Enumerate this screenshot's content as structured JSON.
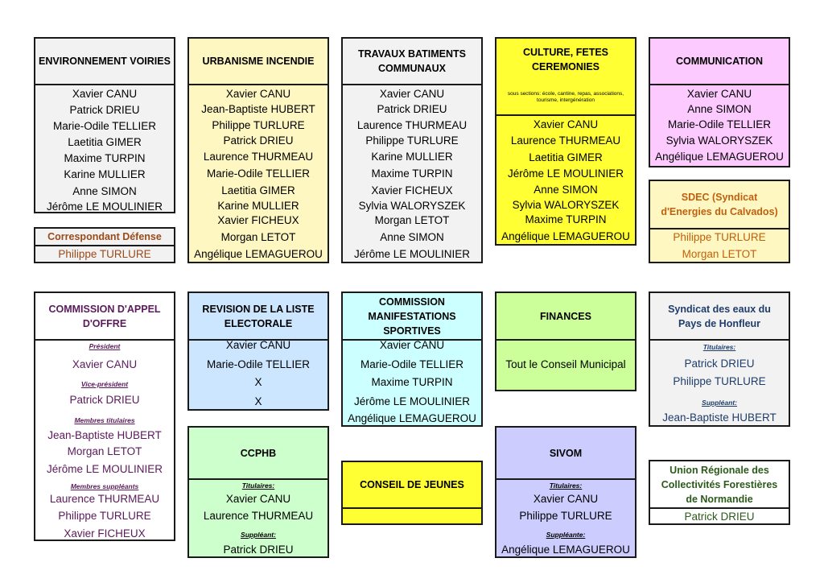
{
  "environnement": {
    "title": "ENVIRONNEMENT  VOIRIES",
    "members": [
      "Xavier CANU",
      "Patrick DRIEU",
      "Marie-Odile TELLIER",
      "Laetitia GIMER",
      "Maxime TURPIN",
      "Karine MULLIER",
      "Anne SIMON",
      "Jérôme LE MOULINIER"
    ]
  },
  "defense": {
    "title": "Correspondant Défense",
    "member": "Philippe TURLURE"
  },
  "urbanisme": {
    "title": "URBANISME INCENDIE",
    "members": [
      "Xavier CANU",
      "Jean-Baptiste HUBERT",
      "Philippe TURLURE",
      "Patrick DRIEU",
      "Laurence THURMEAU",
      "Marie-Odile TELLIER",
      "Laetitia GIMER",
      "Karine MULLIER",
      "Xavier FICHEUX",
      "Morgan LETOT",
      "Angélique LEMAGUEROU"
    ]
  },
  "travaux": {
    "title": "TRAVAUX BATIMENTS COMMUNAUX",
    "members": [
      "Xavier CANU",
      "Patrick DRIEU",
      "Laurence THURMEAU",
      "Philippe TURLURE",
      "Karine MULLIER",
      "Maxime TURPIN",
      "Xavier FICHEUX",
      "Sylvia WALORYSZEK",
      "Morgan LETOT",
      "Anne SIMON",
      "Jérôme LE MOULINIER"
    ]
  },
  "culture": {
    "title": "CULTURE, FETES CEREMONIES",
    "note": "sous sections: école, cantine, repas, associations, tourisme, intergénération",
    "members": [
      "Xavier CANU",
      "Laurence THURMEAU",
      "Laetitia GIMER",
      "Jérôme LE MOULINIER",
      "Anne SIMON",
      "Sylvia WALORYSZEK",
      "Maxime TURPIN",
      "Angélique LEMAGUEROU"
    ]
  },
  "communication": {
    "title": "COMMUNICATION",
    "members": [
      "Xavier CANU",
      "Anne SIMON",
      "Marie-Odile TELLIER",
      "Sylvia WALORYSZEK",
      "Angélique LEMAGUEROU"
    ]
  },
  "sdec": {
    "title": "SDEC (Syndicat d'Energies du Calvados)",
    "members": [
      "Philippe TURLURE",
      "Morgan LETOT"
    ]
  },
  "appel": {
    "title": "COMMISSION D'APPEL D'OFFRE",
    "president_label": "Président",
    "president": "Xavier CANU",
    "vice_label": "Vice-président",
    "vice": "Patrick DRIEU",
    "titulaires_label": "Membres titulaires",
    "titulaires": [
      "Jean-Baptiste HUBERT",
      "Morgan LETOT",
      "Jérôme LE MOULINIER"
    ],
    "suppleants_label": "Membres suppléants",
    "suppleants": [
      "Laurence THURMEAU",
      "Philippe TURLURE",
      "Xavier FICHEUX"
    ]
  },
  "revision": {
    "title": "REVISION DE LA LISTE ELECTORALE",
    "members": [
      "Xavier CANU",
      "Marie-Odile TELLIER",
      "X",
      "X"
    ]
  },
  "manif": {
    "title": "COMMISSION MANIFESTATIONS SPORTIVES",
    "members": [
      "Xavier CANU",
      "Marie-Odile TELLIER",
      "Maxime TURPIN",
      "Jérôme LE MOULINIER",
      "Angélique LEMAGUEROU"
    ]
  },
  "finances": {
    "title": "FINANCES",
    "member": "Tout le Conseil Municipal"
  },
  "eaux": {
    "title": "Syndicat des eaux du Pays de Honfleur",
    "titulaires_label": "Titulaires:",
    "titulaires": [
      "Patrick DRIEU",
      "Philippe TURLURE"
    ],
    "suppleant_label": "Suppléant:",
    "suppleant": "Jean-Baptiste HUBERT"
  },
  "ccphb": {
    "title": "CCPHB",
    "titulaires_label": "Titulaires:",
    "titulaires": [
      "Xavier CANU",
      "Laurence THURMEAU"
    ],
    "suppleant_label": "Suppléant:",
    "suppleant": "Patrick DRIEU"
  },
  "jeunes": {
    "title": "CONSEIL DE JEUNES"
  },
  "sivom": {
    "title": "SIVOM",
    "titulaires_label": "Titulaires:",
    "titulaires": [
      "Xavier CANU",
      "Philippe TURLURE"
    ],
    "suppleant_label": "Suppléante:",
    "suppleant": "Angélique LEMAGUEROU"
  },
  "union": {
    "title": "Union Régionale des Collectivités Forestières de Normandie",
    "member": "Patrick DRIEU"
  }
}
